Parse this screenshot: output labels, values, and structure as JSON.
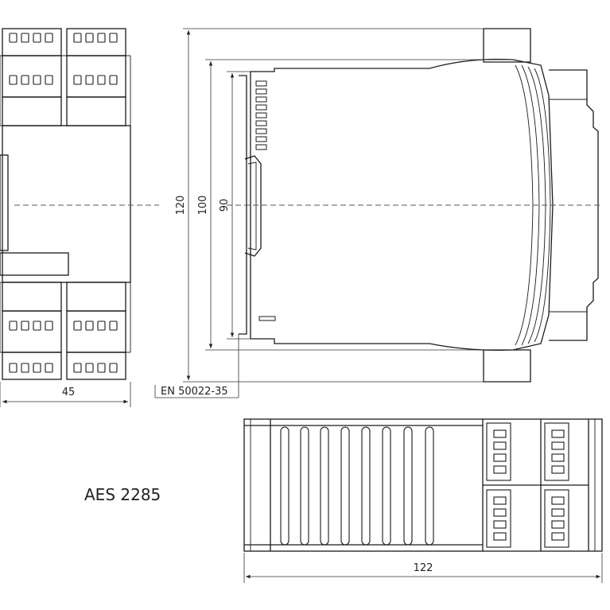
{
  "title": "AES 2285",
  "standard_label": "EN  50022-35",
  "dimensions": {
    "width_front": "45",
    "height_total": "120",
    "height_body": "100",
    "height_rail": "90",
    "depth": "122"
  },
  "colors": {
    "line": "#1a1a1a",
    "background": "#ffffff"
  }
}
